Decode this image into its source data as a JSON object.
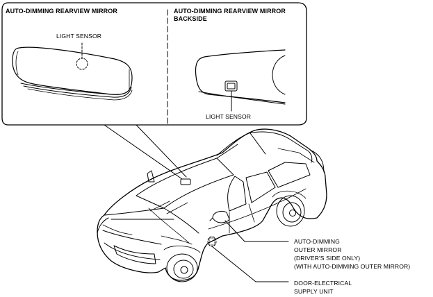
{
  "panel": {
    "left_title": "AUTO-DIMMING REARVIEW MIRROR",
    "right_title_line1": "AUTO-DIMMING  REARVIEW MIRROR",
    "right_title_line2": "BACKSIDE",
    "left_sensor_label": "LIGHT SENSOR",
    "right_sensor_label": "LIGHT SENSOR"
  },
  "callouts": {
    "outer_mirror": [
      "AUTO-DIMMING",
      "OUTER MIRROR",
      "(DRIVER'S SIDE ONLY)",
      "(WITH AUTO-DIMMING OUTER MIRROR)"
    ],
    "door_unit": [
      "DOOR-ELECTRICAL",
      "SUPPLY UNIT"
    ]
  }
}
